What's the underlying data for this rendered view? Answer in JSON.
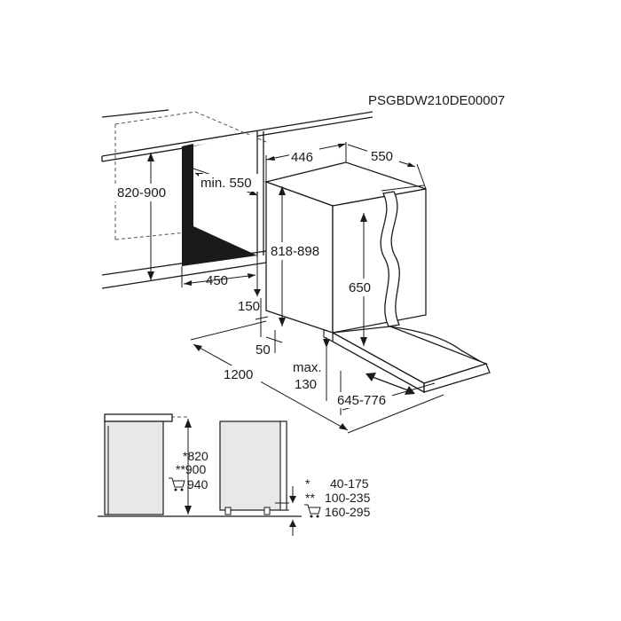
{
  "doc_code": "PSGBDW210DE00007",
  "dims": {
    "niche_height": "820-900",
    "min_depth": "min. 550",
    "niche_depth": "450",
    "appliance_width": "446",
    "appliance_depth": "550",
    "appliance_height": "818-898",
    "door_height": "650",
    "plinth_height": "150",
    "plinth_offset": "50",
    "max_label": "max.",
    "max_value": "130",
    "door_range": "645-776",
    "side_clearance": "1200"
  },
  "legend": {
    "left_lines": [
      "*820",
      "**900",
      "940"
    ],
    "right_rows": [
      {
        "mark": "*",
        "value": "40-175"
      },
      {
        "mark": "**",
        "value": "100-235"
      },
      {
        "mark": "",
        "value": "160-295"
      }
    ]
  }
}
